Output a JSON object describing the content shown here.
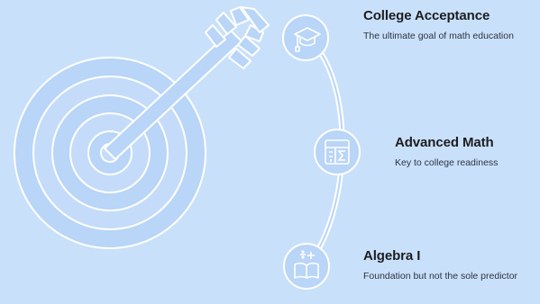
{
  "steps": [
    {
      "title": "College Acceptance",
      "description": "The ultimate goal of math education",
      "icon": "graduation-cap-icon"
    },
    {
      "title": "Advanced Math",
      "description": "Key to college readiness",
      "icon": "math-formula-icon"
    },
    {
      "title": "Algebra I",
      "description": "Foundation but not the sole predictor",
      "icon": "math-book-icon"
    }
  ],
  "colors": {
    "background": "#c9e0fb",
    "outline": "#ffffff",
    "fill": "#b8d4f6",
    "text": "#1d1d1f"
  }
}
